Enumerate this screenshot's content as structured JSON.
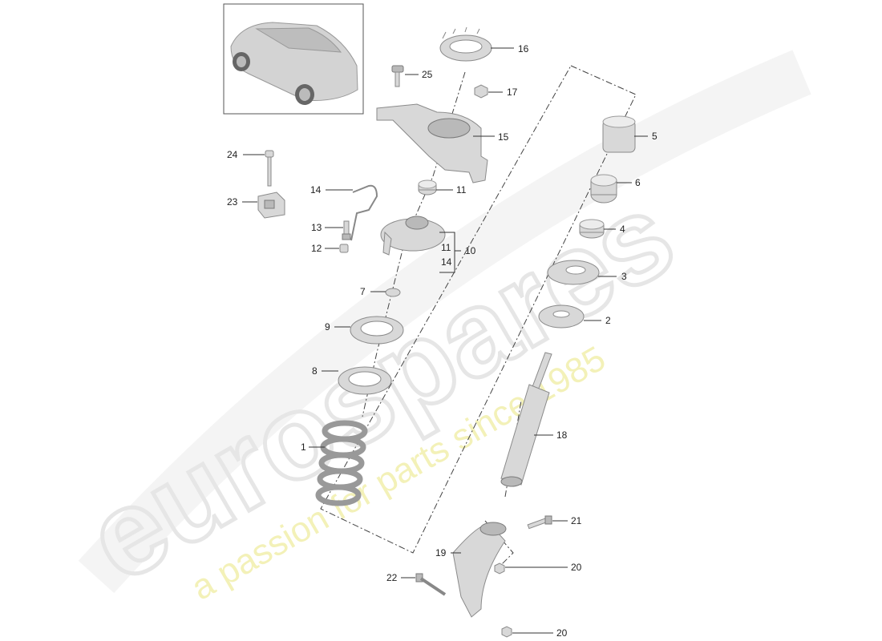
{
  "watermark": {
    "brand": "eurospares",
    "tagline": "a passion for parts since 1985"
  },
  "labels": {
    "l1": "1",
    "l2": "2",
    "l3": "3",
    "l4": "4",
    "l5": "5",
    "l6": "6",
    "l7": "7",
    "l8": "8",
    "l9": "9",
    "l10": "10",
    "l11a": "11",
    "l11b": "11",
    "l12": "12",
    "l13": "13",
    "l14a": "14",
    "l14b": "14",
    "l15": "15",
    "l16": "16",
    "l17": "17",
    "l18": "18",
    "l19": "19",
    "l20a": "20",
    "l20b": "20",
    "l21": "21",
    "l22": "22",
    "l23": "23",
    "l24": "24",
    "l25": "25"
  }
}
